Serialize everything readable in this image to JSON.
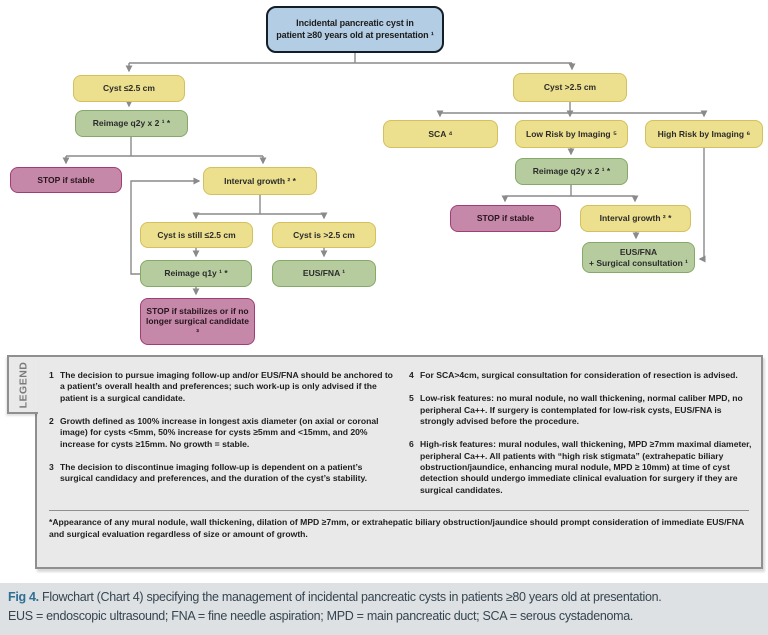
{
  "chart": {
    "nodes": {
      "root_line1": "Incidental pancreatic cyst in",
      "root_line2": "patient ≥80 years old at presentation ¹",
      "cyst_le": "Cyst ≤2.5 cm",
      "reimage_q2y_left": "Reimage q2y x 2 ¹ *",
      "stop_stable_left": "STOP if stable",
      "interval_growth_left": "Interval growth ² *",
      "cyst_still": "Cyst is still ≤2.5 cm",
      "cyst_gt_mid": "Cyst is >2.5 cm",
      "reimage_q1y": "Reimage q1y ¹ *",
      "eus_fna": "EUS/FNA ¹",
      "stop_stabilizes": "STOP if stabilizes or if no longer surgical candidate ³",
      "cyst_gt": "Cyst >2.5 cm",
      "sca": "SCA ⁴",
      "low_risk": "Low Risk by Imaging ⁵",
      "high_risk": "High Risk by Imaging ⁶",
      "reimage_q2y_right": "Reimage q2y x 2 ¹ *",
      "stop_stable_right": "STOP if stable",
      "interval_growth_right": "Interval growth ² *",
      "eus_fna_surg_line1": "EUS/FNA",
      "eus_fna_surg_line2": "+ Surgical consultation ¹"
    },
    "colors": {
      "start_fill": "#b3cde4",
      "decision_fill": "#ecdf8d",
      "action_fill": "#b6cc9f",
      "stop_fill": "#c688a9",
      "connector": "#8a8a8a"
    }
  },
  "legend": {
    "title": "LEGEND",
    "items": [
      {
        "num": "1",
        "text": "The decision to pursue imaging follow-up and/or EUS/FNA should be anchored to a patient’s overall health and preferences; such work-up is only advised if the patient is a surgical candidate."
      },
      {
        "num": "2",
        "text": "Growth defined as 100% increase in longest axis diameter (on axial or coronal image) for cysts <5mm, 50% increase for cysts ≥5mm and <15mm, and 20% increase for cysts ≥15mm. No growth = stable."
      },
      {
        "num": "3",
        "text": "The decision to discontinue imaging follow-up is dependent on a patient’s surgical candidacy and preferences, and the duration of the cyst’s stability."
      },
      {
        "num": "4",
        "text": "For SCA>4cm, surgical consultation for consideration of resection is advised."
      },
      {
        "num": "5",
        "text": "Low-risk features: no mural nodule, no wall thickening, normal caliber MPD, no peripheral Ca++.  If surgery is contemplated for low-risk cysts, EUS/FNA is strongly advised before the procedure."
      },
      {
        "num": "6",
        "text": "High-risk features: mural nodules, wall thickening, MPD ≥7mm maximal diameter, peripheral Ca++.  All patients with “high risk stigmata” (extrahepatic biliary obstruction/jaundice, enhancing mural nodule, MPD ≥ 10mm) at time of cyst detection should undergo immediate clinical evaluation for surgery if they are surgical candidates."
      }
    ],
    "footnote": "*Appearance of any mural nodule, wall thickening, dilation of MPD ≥7mm, or extrahepatic biliary obstruction/jaundice should prompt consideration of immediate EUS/FNA and surgical evaluation regardless of size or amount of growth."
  },
  "caption": {
    "fig_label": "Fig 4.",
    "line1": " Flowchart (Chart 4) specifying the management of incidental pancreatic cysts in patients ≥80 years old at presentation.",
    "line2": "EUS = endoscopic ultrasound; FNA = fine needle aspiration; MPD = main pancreatic duct; SCA = serous cystadenoma."
  }
}
